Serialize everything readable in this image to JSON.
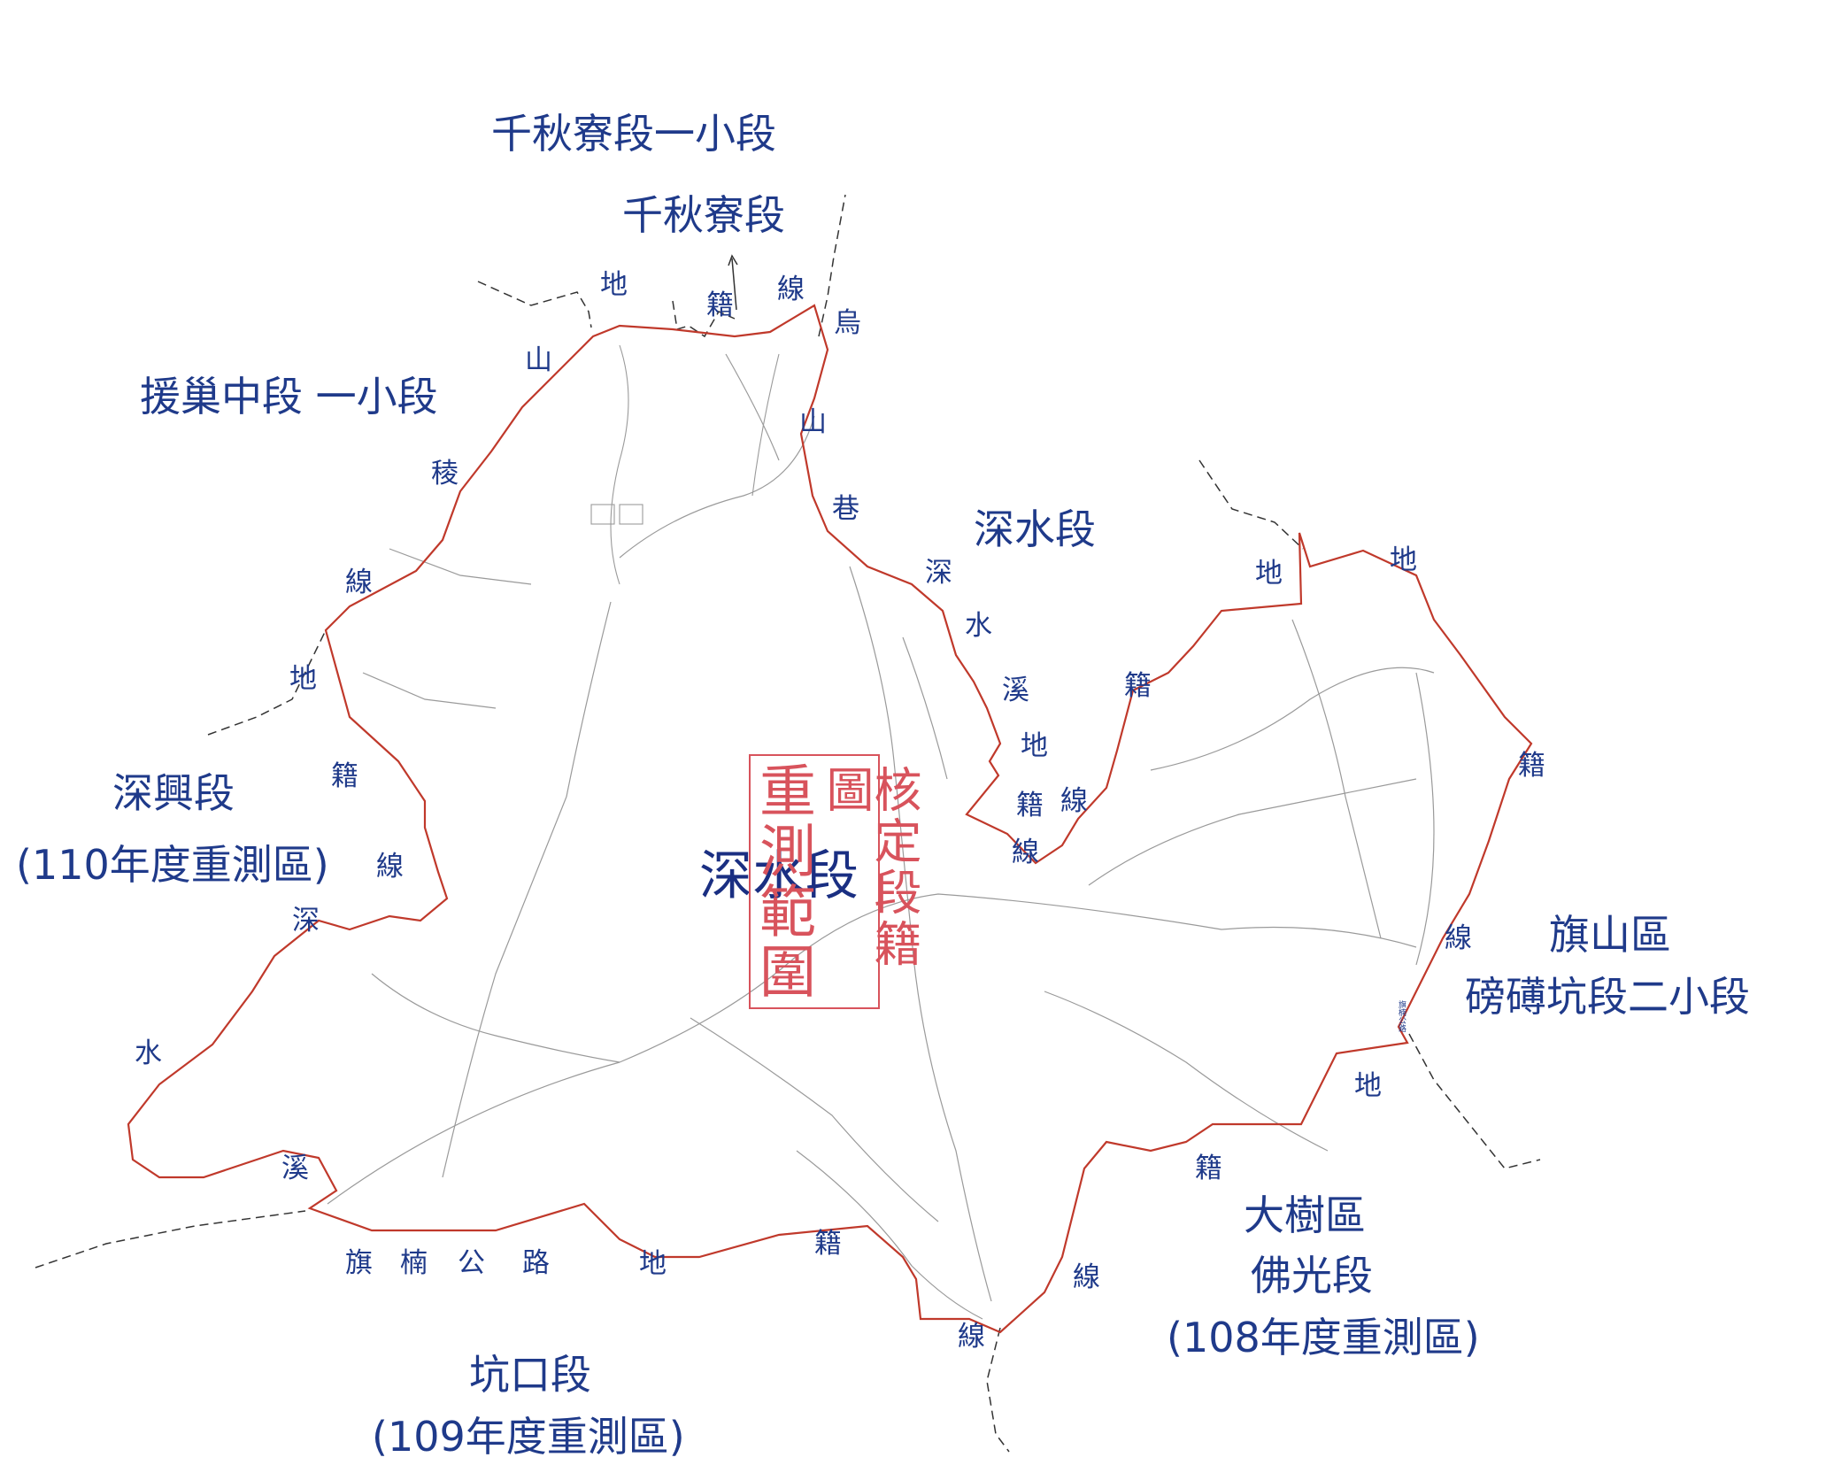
{
  "colors": {
    "label": "#1f3a8a",
    "boundary": "#c0392b",
    "seal": "#d8535c",
    "parcel_lines": "#9a9a9a"
  },
  "map": {
    "center_title": "深水段",
    "seal": {
      "line1": "重測範圍",
      "line2": "核定段籍圖"
    },
    "neighbor_sections": {
      "qianqiuliao_1": "千秋寮段一小段",
      "qianqiuliao": "千秋寮段",
      "yuanchaozhong_1": "援巢中段 一小段",
      "shenshui_north": "深水段",
      "shenxing": "深興段",
      "shenxing_note": "(110年度重測區)",
      "qishan": "旗山區",
      "pangdaokeng_2": "磅礡坑段二小段",
      "dashu": "大樹區",
      "foguang": "佛光段",
      "foguang_note": "(108年度重測區)",
      "kengkou": "坑口段",
      "kengkou_note": "(109年度重測區)"
    },
    "boundary_chars": {
      "n_di": "地",
      "n_ji": "籍",
      "n_xian": "線",
      "wu": "烏",
      "shan2": "山",
      "xiang": "巷",
      "nw_shan": "山",
      "nw_ling": "稜",
      "nw_xian": "線",
      "w_di": "地",
      "w_ji": "籍",
      "w_xian": "線",
      "w_shen": "深",
      "w_shui": "水",
      "w_xi": "溪",
      "c_shen": "深",
      "c_shui": "水",
      "c_xi": "溪",
      "c_di": "地",
      "c_ji": "籍",
      "c_xian": "線",
      "c_xian2": "線",
      "ne_di": "地",
      "ne_ji": "籍",
      "e_di": "地",
      "e_ji": "籍",
      "e_xian": "線",
      "se_di": "地",
      "se_ji": "籍",
      "se_xian": "線",
      "s_xian": "線",
      "s_ji": "籍",
      "s_di": "地",
      "road_qi": "旗",
      "road_nan": "楠",
      "road_gong": "公",
      "road_lu": "路",
      "tiny_road": "旗楠公路"
    }
  }
}
